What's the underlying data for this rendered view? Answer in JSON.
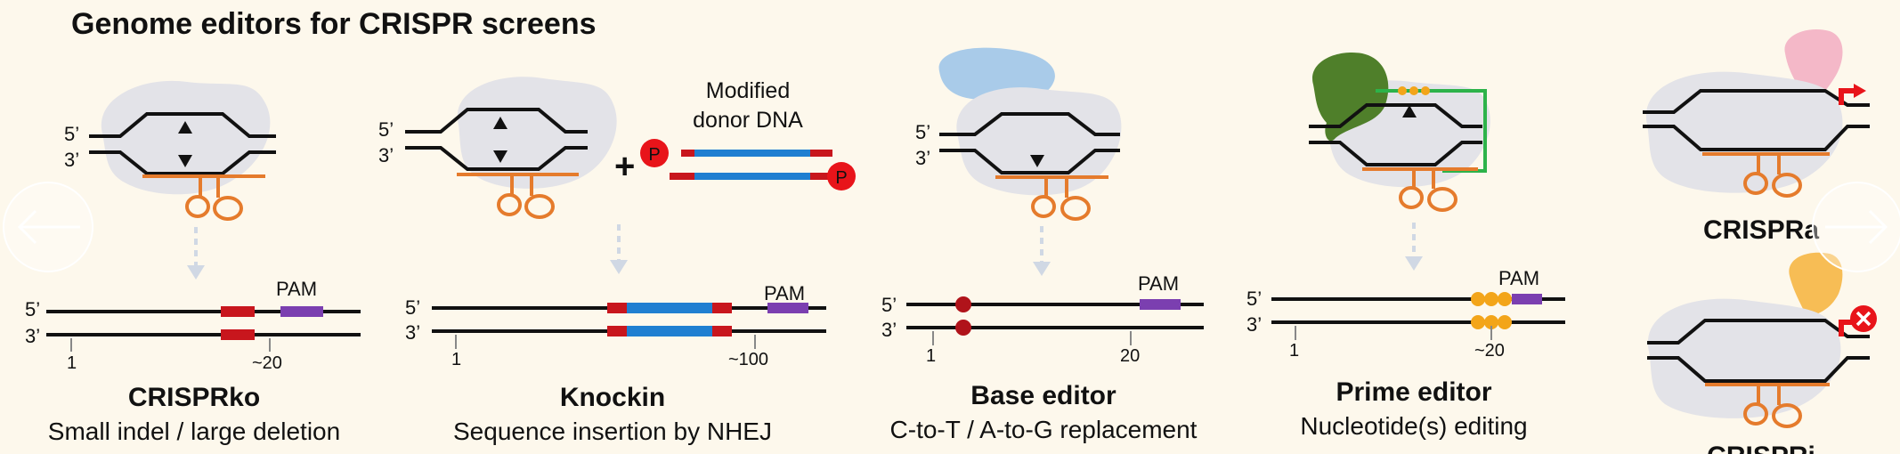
{
  "title": "Genome editors for CRISPR screens",
  "strand_labels": {
    "five": "5’",
    "three": "3’"
  },
  "pam_label": "PAM",
  "donor": {
    "line1": "Modified",
    "line2": "donor DNA",
    "plus": "+",
    "phosphate": "P"
  },
  "panels": [
    {
      "name": "CRISPRko",
      "desc": "Small indel / large deletion",
      "tick_start": "1",
      "tick_end": "~20"
    },
    {
      "name": "Knockin",
      "desc": "Sequence insertion by NHEJ",
      "tick_start": "1",
      "tick_end": "~100"
    },
    {
      "name": "Base editor",
      "desc": "C-to-T / A-to-G replacement",
      "tick_start": "1",
      "tick_end": "20"
    },
    {
      "name": "Prime editor",
      "desc": "Nucleotide(s) editing",
      "tick_start": "1",
      "tick_end": "~20"
    }
  ],
  "side_panels": [
    {
      "name": "CRISPRa"
    },
    {
      "name": "CRISPRi"
    }
  ],
  "nav": {
    "prev_icon": "arrow-left-icon",
    "next_icon": "arrow-right-icon"
  },
  "colors": {
    "cas": "#e3e3e8",
    "guide": "#e57b2c",
    "red": "#c8161d",
    "blue": "#1f7fd1",
    "purple": "#7b3fb0",
    "base_editor_domain": "#a9cbe9",
    "prime_editor_domain": "#4f7f2a",
    "rt_template": "#2db34a",
    "activator": "#f4b8c8",
    "repressor": "#f7bd55",
    "arrow": "#d0d8e4",
    "ring": "#f3a51a"
  }
}
